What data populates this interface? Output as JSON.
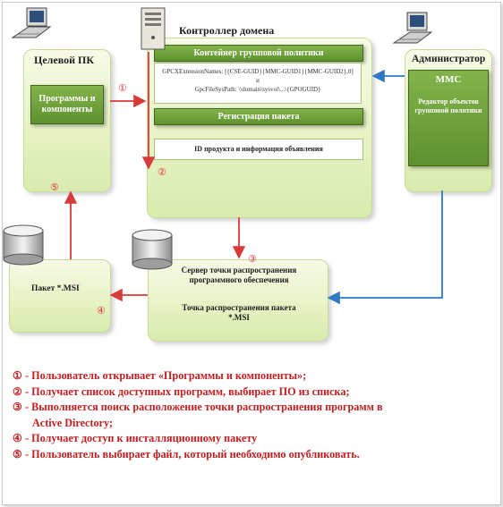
{
  "nodes": {
    "target_pc": "Целевой ПК",
    "programs": "Программы и компоненты",
    "domain_controller": "Контроллер домена",
    "gpo_container": "Контейнер групповой политики",
    "gpcx_line1": "GPCXExtensionNames: [{CSE-GUID}{MMC-GUID1}{MMC-GUID2},0]",
    "gpcx_line2": "и",
    "gpcx_line3": "GpcFileSysPath: \\\\domain\\sysvol\\...\\{GPOGUID}",
    "package_registration": "Регистрация пакета",
    "product_id": "ID продукта и информация объявления",
    "administrator": "Администратор",
    "mmc": "MMC",
    "gpo_editor": "Редактор объектов групповой политики",
    "package_msi": "Пакет *.MSI",
    "server_line1": "Сервер точки распространения",
    "server_line2": "программного обеспечения",
    "dist_point_line1": "Точка распространения пакета",
    "dist_point_line2": "*.MSI"
  },
  "step_markers": [
    "①",
    "②",
    "③",
    "④",
    "⑤"
  ],
  "legend": [
    {
      "marker": "①",
      "text": " - Пользователь открывает «Программы и компоненты»;"
    },
    {
      "marker": "②",
      "text": " - Получает список доступных программ, выбирает ПО из списка;"
    },
    {
      "marker": "③",
      "text": " - Выполняется поиск расположение точки распространения программ в"
    },
    {
      "marker": "",
      "text": "Active Directory;"
    },
    {
      "marker": "④",
      "text": " - Получает доступ к инсталляционному пакету"
    },
    {
      "marker": "⑤",
      "text": " - Пользователь выбирает файл, который необходимо опубликовать."
    }
  ],
  "colors": {
    "arrow_red": "#d93a3a",
    "arrow_blue": "#2f78c4",
    "legend_red": "#c02020",
    "box_green": "#6fa13c"
  },
  "icons": [
    "computer-icon",
    "server-icon",
    "computer-icon",
    "database-icon",
    "database-icon"
  ]
}
